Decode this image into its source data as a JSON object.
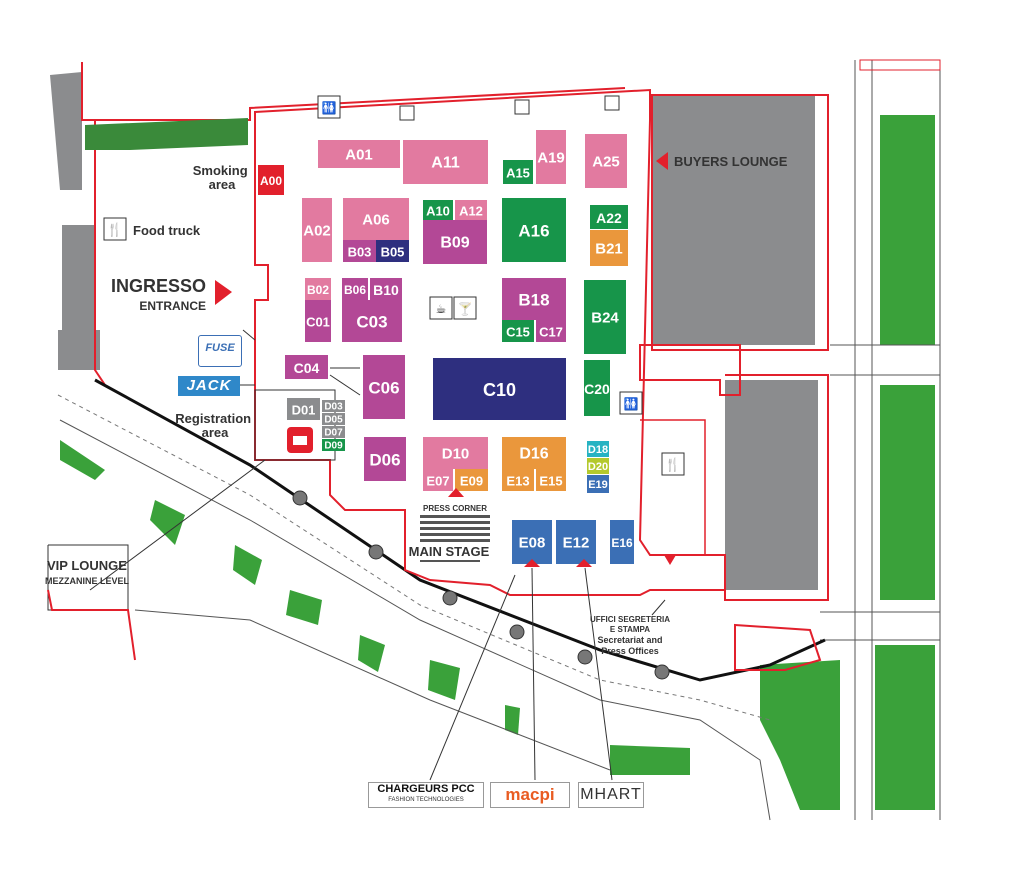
{
  "colors": {
    "pink": "#e27aa0",
    "magenta": "#b34896",
    "navy": "#2e2f7f",
    "green": "#17954a",
    "orange": "#ea973c",
    "red": "#e2202c",
    "gray": "#8b8c8e",
    "lightgray": "#bdbdbd",
    "steelblue": "#3b6fb5",
    "teal": "#27b3c2",
    "lime": "#b4c92d",
    "darkgray": "#5a5a5a"
  },
  "areas": {
    "smoking": "Smoking\narea",
    "food_truck": "Food truck",
    "ingresso": "INGRESSO",
    "entrance": "ENTRANCE",
    "registration": "Registration\narea",
    "vip_lounge": "VIP LOUNGE",
    "mezzanine": "MEZZANINE LEVEL",
    "buyers_lounge": "BUYERS LOUNGE",
    "press_corner": "PRESS CORNER",
    "main_stage": "MAIN STAGE",
    "uffici_1": "UFFICI SEGRETERIA",
    "uffici_2": "E STAMPA",
    "uffici_3": "Secretariat and",
    "uffici_4": "Press Offices"
  },
  "booths": [
    {
      "id": "A00",
      "color": "red"
    },
    {
      "id": "A01",
      "color": "pink"
    },
    {
      "id": "A11",
      "color": "pink"
    },
    {
      "id": "A15",
      "color": "green"
    },
    {
      "id": "A19",
      "color": "pink"
    },
    {
      "id": "A25",
      "color": "pink"
    },
    {
      "id": "A02",
      "color": "pink"
    },
    {
      "id": "A06",
      "color": "pink"
    },
    {
      "id": "B03",
      "color": "magenta"
    },
    {
      "id": "B05",
      "color": "navy"
    },
    {
      "id": "A10",
      "color": "green"
    },
    {
      "id": "A12",
      "color": "pink"
    },
    {
      "id": "B09",
      "color": "magenta"
    },
    {
      "id": "A16",
      "color": "green"
    },
    {
      "id": "A22",
      "color": "green"
    },
    {
      "id": "B21",
      "color": "orange"
    },
    {
      "id": "B02",
      "color": "pink"
    },
    {
      "id": "B06",
      "color": "magenta"
    },
    {
      "id": "B10",
      "color": "magenta"
    },
    {
      "id": "C01",
      "color": "magenta"
    },
    {
      "id": "C03",
      "color": "magenta"
    },
    {
      "id": "B18",
      "color": "magenta"
    },
    {
      "id": "C15",
      "color": "green"
    },
    {
      "id": "C17",
      "color": "magenta"
    },
    {
      "id": "B24",
      "color": "green"
    },
    {
      "id": "C04",
      "color": "magenta"
    },
    {
      "id": "C06",
      "color": "magenta"
    },
    {
      "id": "C10",
      "color": "navy"
    },
    {
      "id": "C20",
      "color": "green"
    },
    {
      "id": "D01",
      "color": "gray"
    },
    {
      "id": "D03",
      "color": "gray"
    },
    {
      "id": "D05",
      "color": "gray"
    },
    {
      "id": "D07",
      "color": "gray"
    },
    {
      "id": "D09",
      "color": "green"
    },
    {
      "id": "D06",
      "color": "magenta"
    },
    {
      "id": "D10",
      "color": "pink"
    },
    {
      "id": "E07",
      "color": "pink"
    },
    {
      "id": "E09",
      "color": "orange"
    },
    {
      "id": "D16",
      "color": "orange"
    },
    {
      "id": "E13",
      "color": "orange"
    },
    {
      "id": "E15",
      "color": "orange"
    },
    {
      "id": "D18",
      "color": "teal"
    },
    {
      "id": "D20",
      "color": "lime"
    },
    {
      "id": "E19",
      "color": "steelblue"
    },
    {
      "id": "E08",
      "color": "steelblue"
    },
    {
      "id": "E12",
      "color": "steelblue"
    },
    {
      "id": "E16",
      "color": "steelblue"
    }
  ],
  "logos": {
    "fuse": "FUSE",
    "jack": "JACK",
    "chargeurs": "CHARGEURS PCC",
    "chargeurs_sub": "FASHION TECHNOLOGIES",
    "macpi": "macpi",
    "mhart": "MHART"
  },
  "icons": [
    "restroom-icon",
    "coffee-icon",
    "cocktail-icon",
    "restaurant-icon",
    "camera-icon",
    "tree-icon",
    "arrow-icon"
  ]
}
